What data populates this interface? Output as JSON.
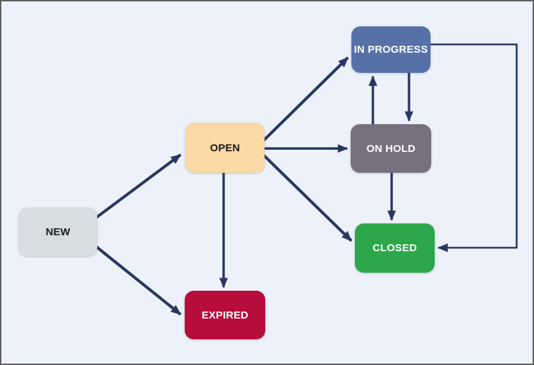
{
  "diagram": {
    "background_color": "#edf1f9",
    "frame_border_color": "#5f5f5f",
    "arrow_color": "#27375f",
    "nodes": [
      {
        "id": "new",
        "label": "NEW",
        "fill": "#d6dee1",
        "text_color": "#1b1b1b"
      },
      {
        "id": "open",
        "label": "OPEN",
        "fill": "#fbd9a4",
        "text_color": "#1b1b1b"
      },
      {
        "id": "in-progress",
        "label": "IN PROGRESS",
        "fill": "#5571a7",
        "text_color": "#ffffff"
      },
      {
        "id": "on-hold",
        "label": "ON HOLD",
        "fill": "#76707f",
        "text_color": "#ffffff"
      },
      {
        "id": "closed",
        "label": "CLOSED",
        "fill": "#2ca84a",
        "text_color": "#ffffff"
      },
      {
        "id": "expired",
        "label": "EXPIRED",
        "fill": "#b60d3b",
        "text_color": "#ffffff"
      }
    ],
    "edges": [
      {
        "from": "NEW",
        "to": "OPEN"
      },
      {
        "from": "NEW",
        "to": "EXPIRED"
      },
      {
        "from": "OPEN",
        "to": "IN PROGRESS"
      },
      {
        "from": "OPEN",
        "to": "ON HOLD"
      },
      {
        "from": "OPEN",
        "to": "CLOSED"
      },
      {
        "from": "OPEN",
        "to": "EXPIRED"
      },
      {
        "from": "ON HOLD",
        "to": "IN PROGRESS"
      },
      {
        "from": "IN PROGRESS",
        "to": "ON HOLD"
      },
      {
        "from": "ON HOLD",
        "to": "CLOSED"
      },
      {
        "from": "IN PROGRESS",
        "to": "CLOSED"
      }
    ]
  }
}
